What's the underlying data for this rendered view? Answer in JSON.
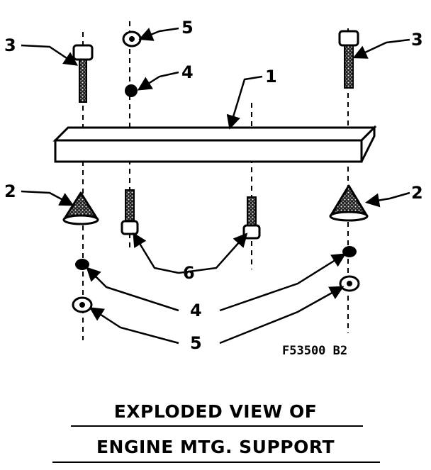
{
  "callouts": {
    "bracket": "1",
    "isolator_left": "2",
    "isolator_right": "2",
    "bolt_left": "3",
    "bolt_right": "3",
    "washer_top": "4",
    "washer_bottom": "4",
    "nut_top": "5",
    "nut_bottom": "5",
    "stud": "6"
  },
  "figure_ref": "F53500  B2",
  "title": {
    "line1": "EXPLODED VIEW OF",
    "line2": "ENGINE MTG. SUPPORT"
  }
}
